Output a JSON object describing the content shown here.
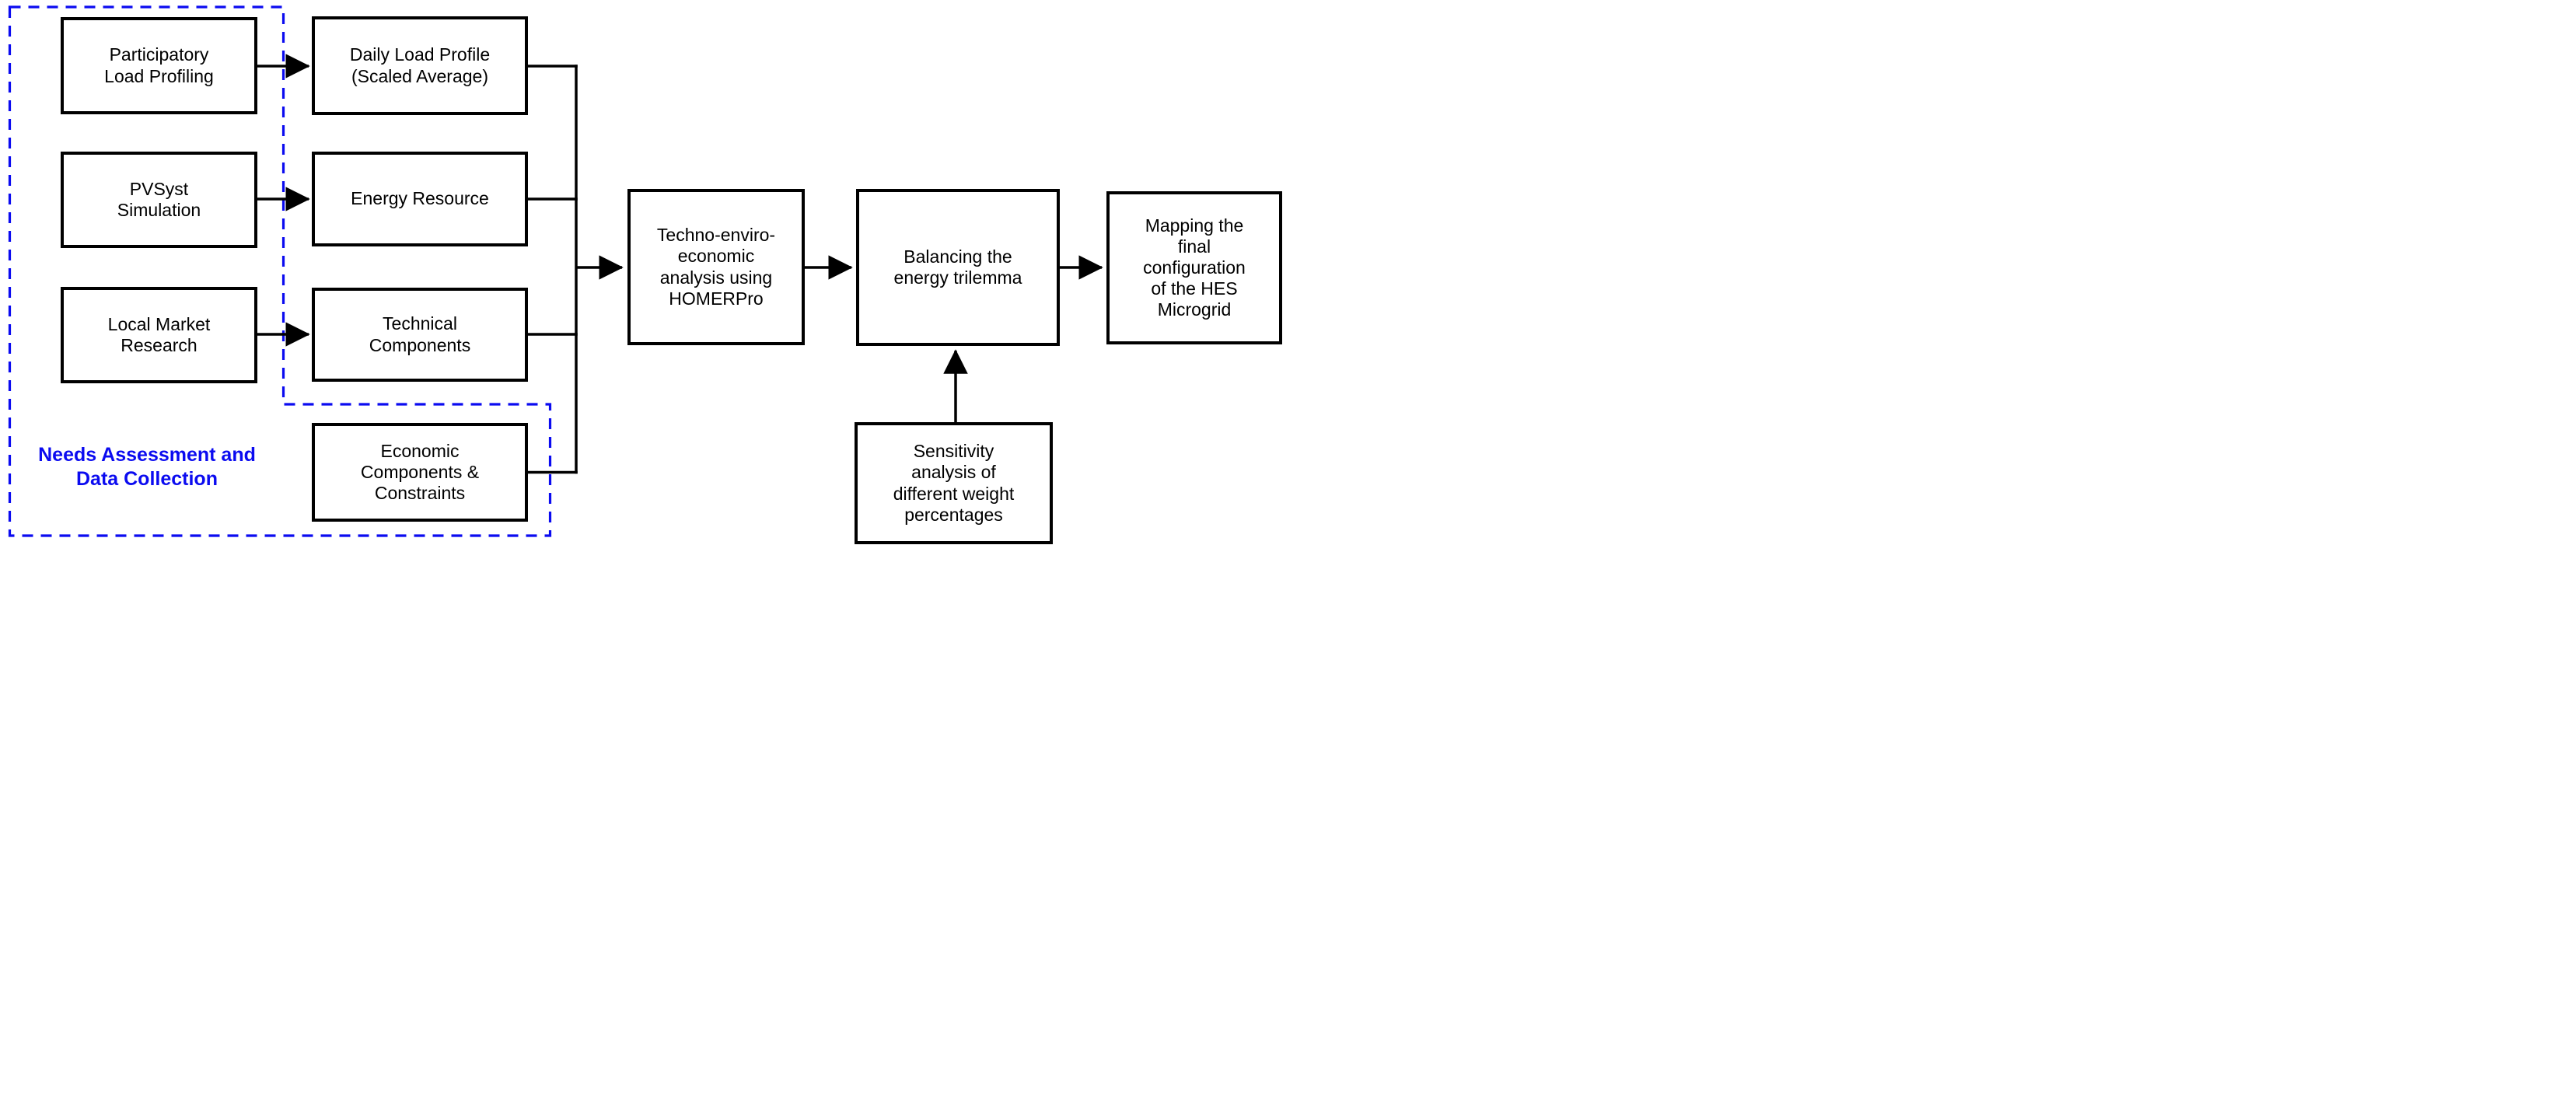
{
  "diagram": {
    "type": "flowchart",
    "group_label": "Needs Assessment and\nData Collection",
    "colors": {
      "dashed_group_border": "#0b0bf0",
      "box_border": "#000000",
      "connector": "#000000",
      "background": "#ffffff"
    },
    "nodes": {
      "participatory": "Participatory\nLoad Profiling",
      "pvsyst": "PVSyst\nSimulation",
      "local_market": "Local Market\nResearch",
      "daily_load": "Daily Load Profile\n(Scaled Average)",
      "energy_resource": "Energy Resource",
      "technical_components": "Technical\nComponents",
      "economic_components": "Economic\nComponents &\nConstraints",
      "homerpro": "Techno-enviro-\neconomic\nanalysis using\nHOMERPro",
      "balancing": "Balancing the\nenergy trilemma",
      "mapping": "Mapping the\nfinal\nconfiguration\nof the HES\nMicrogrid",
      "sensitivity": "Sensitivity\nanalysis of\ndifferent weight\npercentages"
    },
    "edges": [
      "Participatory Load Profiling -> Daily Load Profile (Scaled Average)",
      "PVSyst Simulation -> Energy Resource",
      "Local Market Research -> Technical Components",
      "Daily Load Profile (Scaled Average) -> collector trunk",
      "Energy Resource -> collector trunk",
      "Technical Components -> collector trunk",
      "Economic Components & Constraints -> collector trunk",
      "collector trunk -> Techno-enviro-economic analysis using HOMERPro",
      "Techno-enviro-economic analysis using HOMERPro -> Balancing the energy trilemma",
      "Balancing the energy trilemma -> Mapping the final configuration of the HES Microgrid",
      "Sensitivity analysis of different weight percentages -> Balancing the energy trilemma"
    ]
  }
}
